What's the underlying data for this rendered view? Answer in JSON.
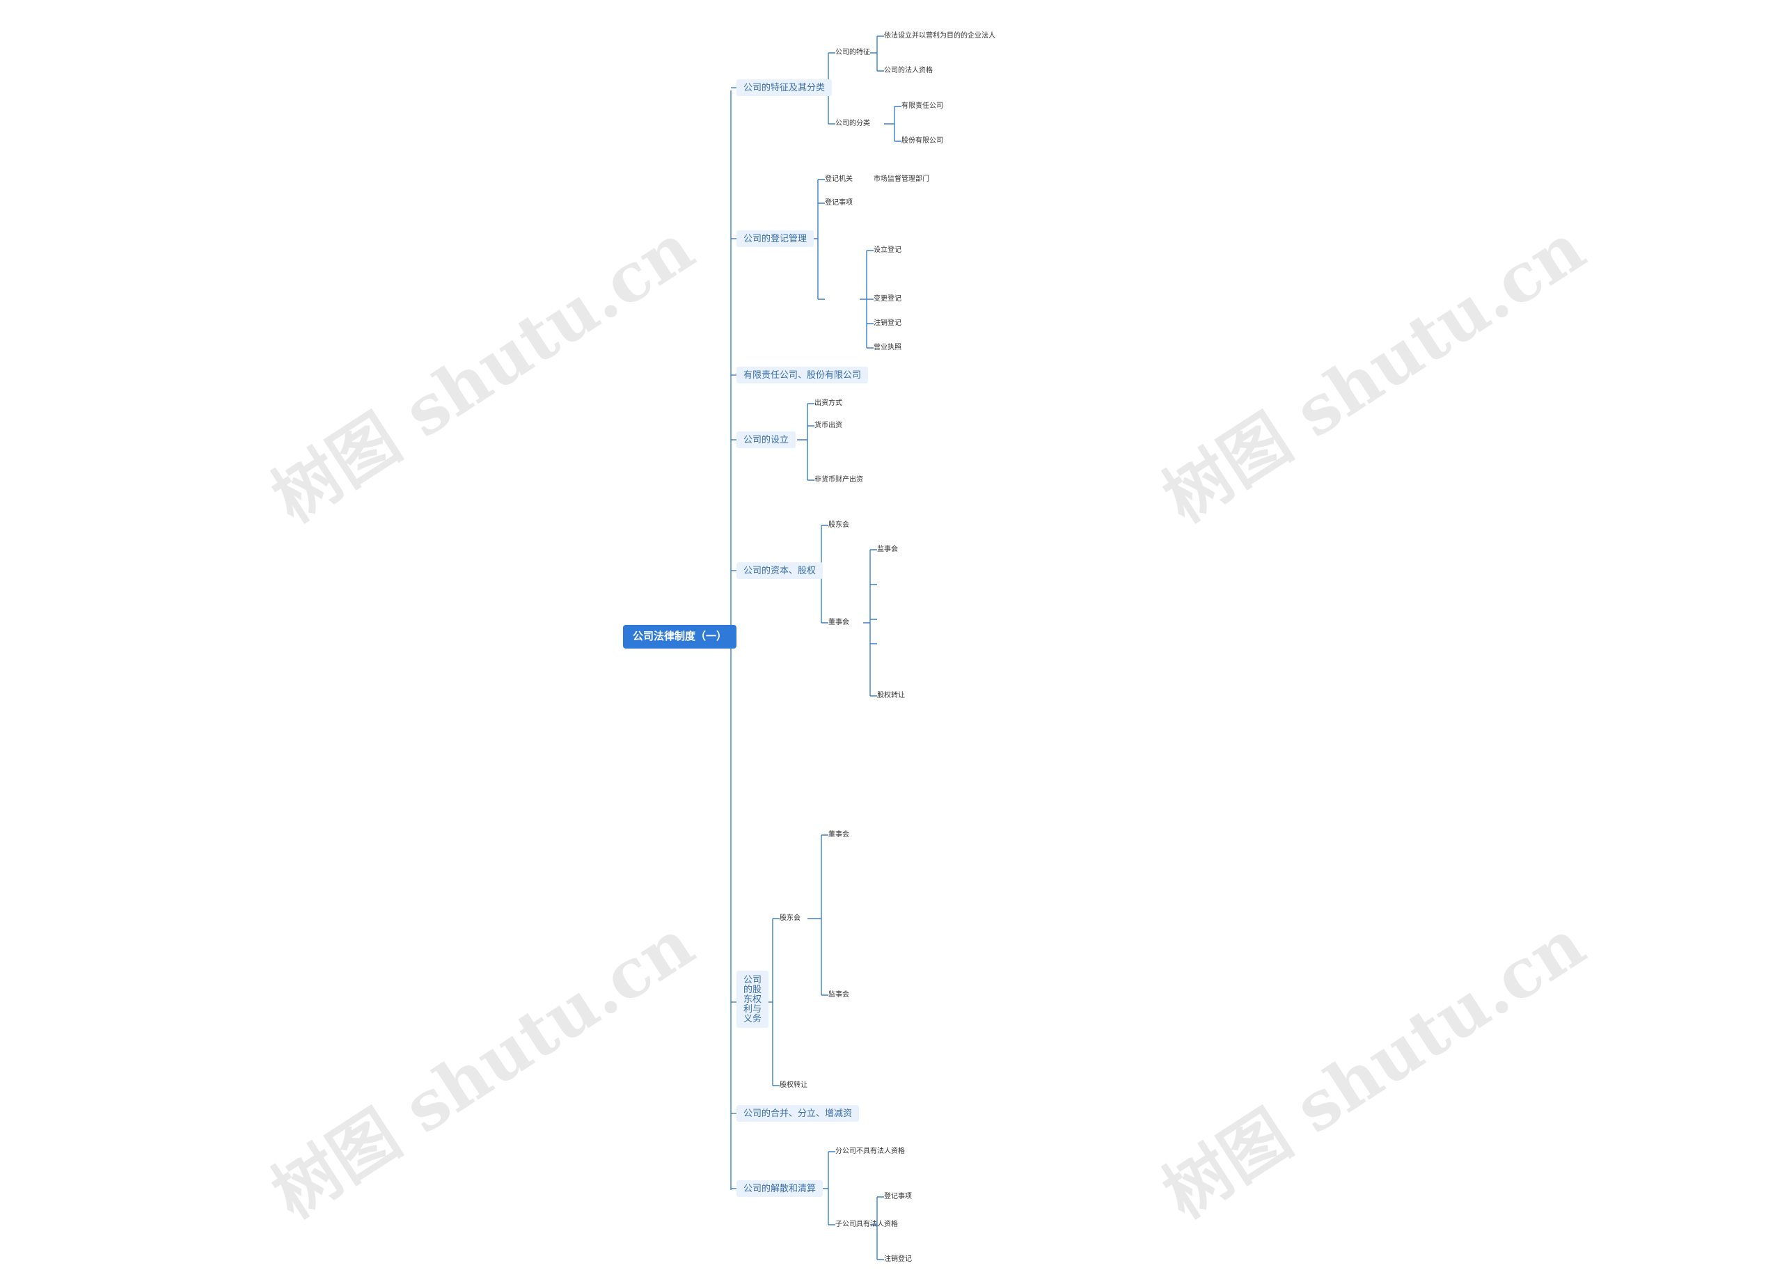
{
  "root": {
    "label": "公司法律制度（一）"
  },
  "watermark": "树图 shutu.cn",
  "branches": [
    {
      "id": "b1",
      "label": "公司的特征及其分类"
    },
    {
      "id": "b2",
      "label": "公司的登记管理"
    },
    {
      "id": "b3",
      "label": "有限责任公司、股份有限公司"
    },
    {
      "id": "b4",
      "label": "公司的设立"
    },
    {
      "id": "b5",
      "label": "公司的资本、股权"
    },
    {
      "id": "b6",
      "label": "公司的股东权利与义务"
    },
    {
      "id": "b7",
      "label": "公司的合并、分立、增减资"
    },
    {
      "id": "b8",
      "label": "公司的解散和清算"
    }
  ],
  "nodes": [
    {
      "id": "n1",
      "label": "公司的特征"
    },
    {
      "id": "n2",
      "label": "依法设立并以营利为目的的企业法人"
    },
    {
      "id": "n3",
      "label": "公司的分类"
    },
    {
      "id": "n4",
      "label": "有限责任公司"
    },
    {
      "id": "n5",
      "label": "股份有限公司"
    },
    {
      "id": "n6",
      "label": "公司的法人资格"
    },
    {
      "id": "n7",
      "label": "分公司不具有法人资格"
    },
    {
      "id": "n8",
      "label": "子公司具有法人资格"
    },
    {
      "id": "n9",
      "label": "登记机关"
    },
    {
      "id": "n10",
      "label": "市场监督管理部门"
    },
    {
      "id": "n11",
      "label": "登记事项"
    },
    {
      "id": "n12",
      "label": "设立登记"
    },
    {
      "id": "n13",
      "label": "变更登记"
    },
    {
      "id": "n14",
      "label": "注销登记"
    },
    {
      "id": "n15",
      "label": "营业执照"
    },
    {
      "id": "n16",
      "label": "出资方式"
    },
    {
      "id": "n17",
      "label": "货币出资"
    },
    {
      "id": "n18",
      "label": "非货币财产出资"
    },
    {
      "id": "n19",
      "label": "股东会"
    },
    {
      "id": "n20",
      "label": "董事会"
    },
    {
      "id": "n21",
      "label": "监事会"
    },
    {
      "id": "n22",
      "label": "股权转让"
    }
  ]
}
